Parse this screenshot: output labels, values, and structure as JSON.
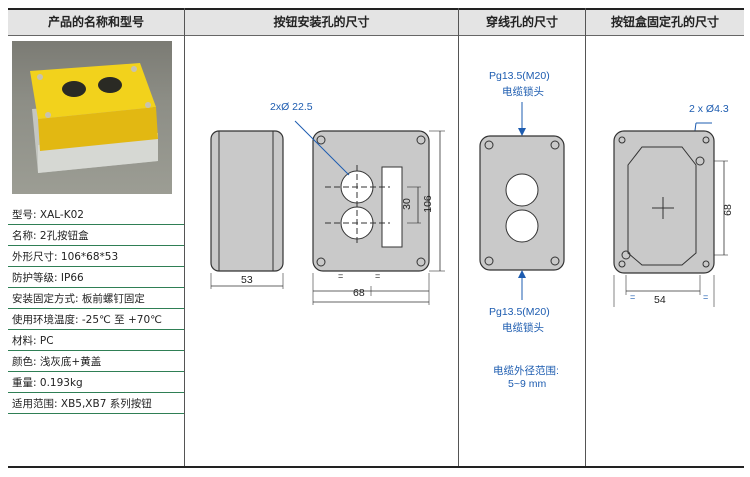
{
  "headers": {
    "product": "产品的名称和型号",
    "mount_hole": "按钮安装孔的尺寸",
    "cable_hole": "穿线孔的尺寸",
    "fix_hole": "按钮盒固定孔的尺寸"
  },
  "specs": [
    {
      "key": "型号:",
      "value": "XAL-K02"
    },
    {
      "key": "名称:",
      "value": "2孔按钮盒"
    },
    {
      "key": "外形尺寸:",
      "value": "106*68*53"
    },
    {
      "key": "防护等级:",
      "value": "IP66"
    },
    {
      "key": "安装固定方式:",
      "value": "板前螺钉固定"
    },
    {
      "key": "使用环境温度:",
      "value": "-25℃ 至 +70℃"
    },
    {
      "key": "材料:",
      "value": "PC"
    },
    {
      "key": "颜色:",
      "value": "浅灰底+黄盖"
    },
    {
      "key": "重量:",
      "value": "0.193kg"
    },
    {
      "key": "适用范围:",
      "value": "XB5,XB7 系列按钮"
    }
  ],
  "mount": {
    "hole_label": "2xØ 22.5",
    "dim_side_width": "53",
    "dim_front_width": "68",
    "dim_pitch": "30",
    "dim_height": "106",
    "eq_mark": "="
  },
  "cable": {
    "top_label": "Pg13.5(M20)",
    "top_sub": "电缆锁头",
    "bottom_label": "Pg13.5(M20)",
    "bottom_sub": "电缆锁头",
    "range_label": "电缆外径范围:",
    "range_value": "5~9 mm"
  },
  "fix": {
    "hole_label": "2 x Ø4.3",
    "dim_height": "68",
    "dim_width": "54",
    "eq_mark": "="
  },
  "colors": {
    "accent_blue": "#1d5cb0",
    "spec_line_green": "#2f7f55",
    "box_gray": "#c9c9c9",
    "lid_yellow": "#f2d21c"
  }
}
